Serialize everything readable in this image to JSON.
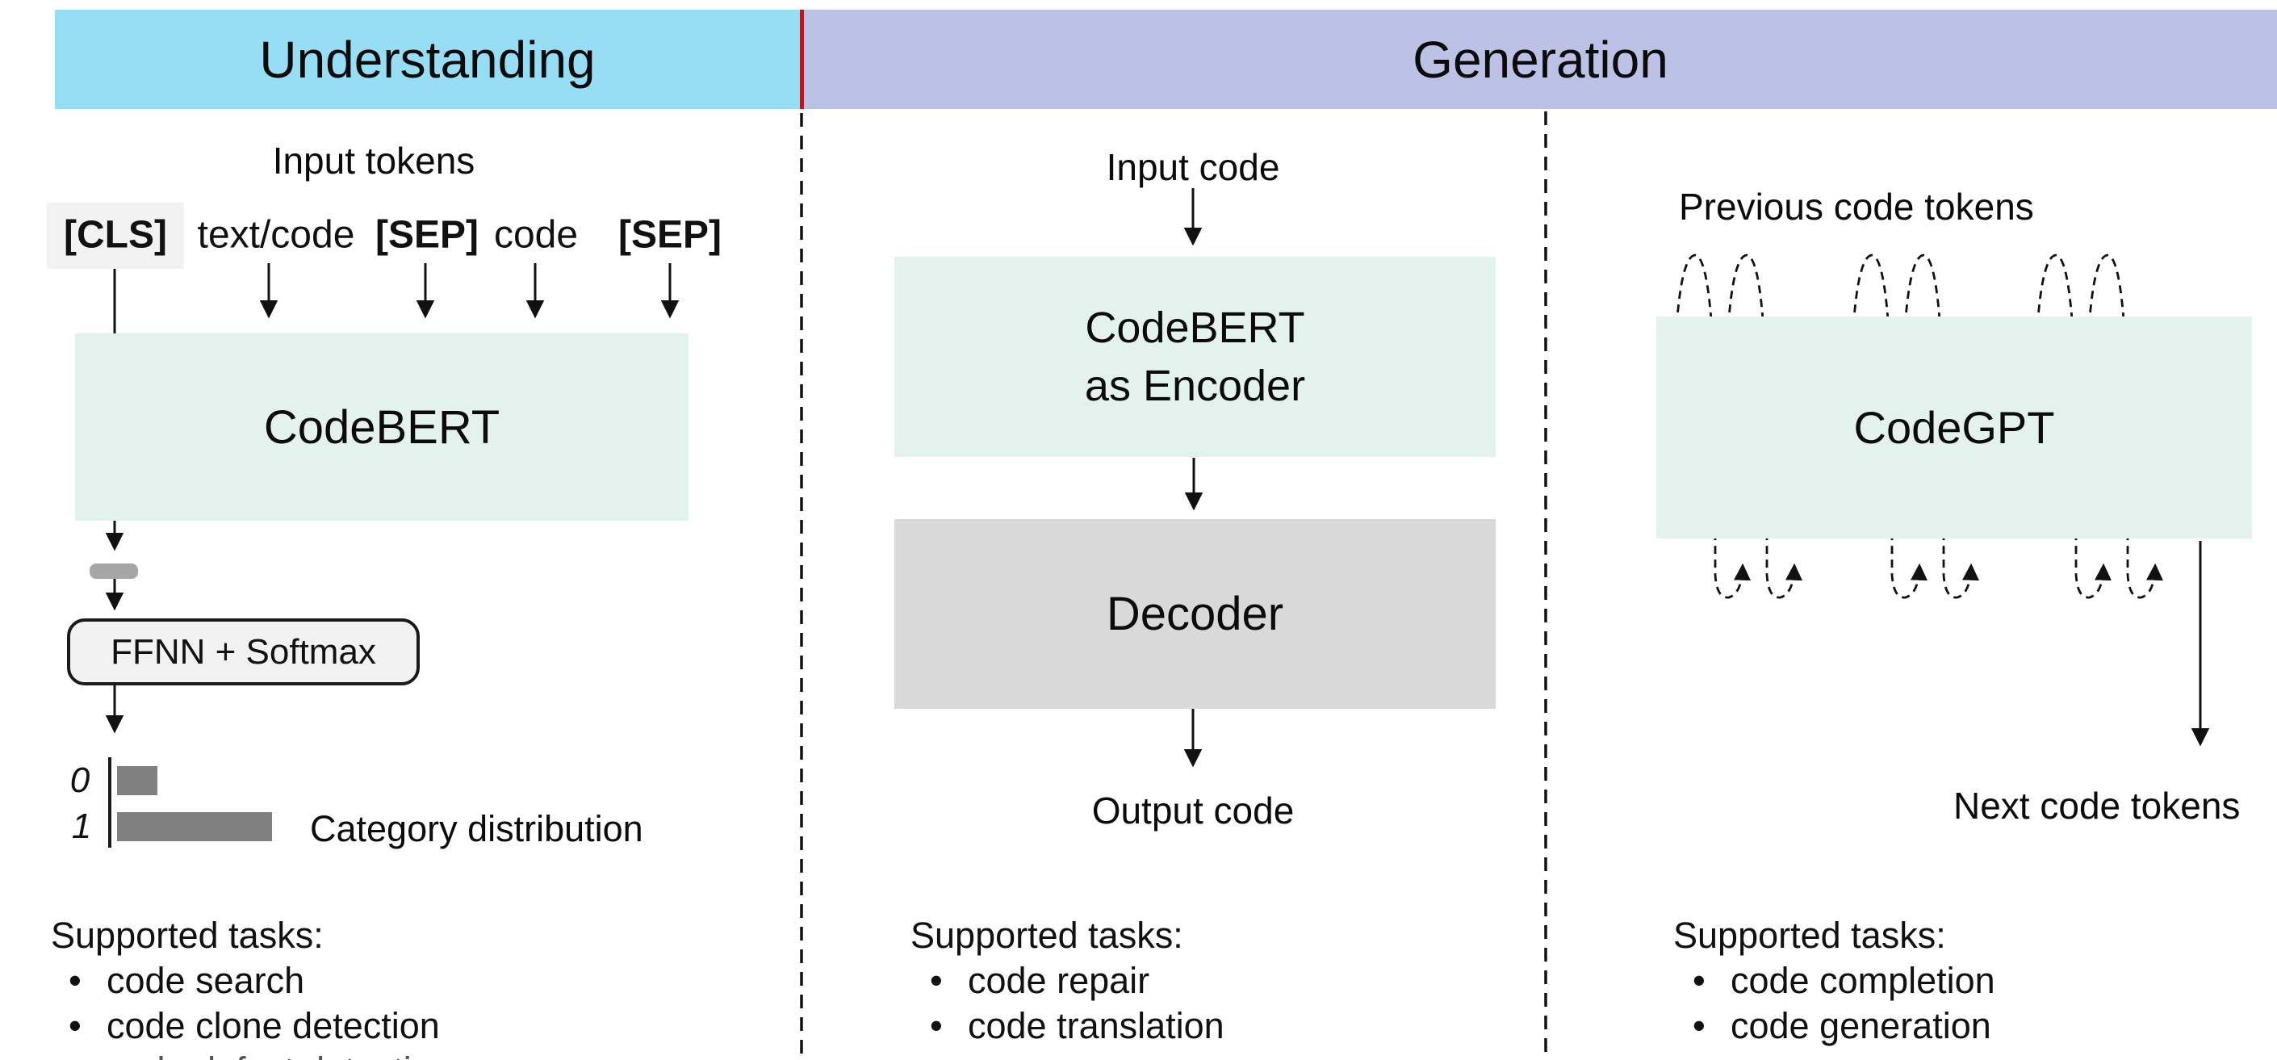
{
  "header": {
    "understanding_label": "Understanding",
    "generation_label": "Generation"
  },
  "left_panel": {
    "title": "Input tokens",
    "tokens": [
      "[CLS]",
      "text/code",
      "[SEP]",
      "code",
      "[SEP]"
    ],
    "model_box_label": "CodeBERT",
    "classifier_box_label": "FFNN + Softmax",
    "mini_chart": {
      "row_labels": [
        "0",
        "1"
      ],
      "caption": "Category distribution",
      "relative_values": [
        0.26,
        1.0
      ]
    },
    "tasks_title": "Supported tasks:",
    "tasks": [
      "code search",
      "code clone detection"
    ],
    "clipped_task": "code defect detection"
  },
  "middle_panel": {
    "input_label": "Input code",
    "encoder_box_label_line1": "CodeBERT",
    "encoder_box_label_line2": "as Encoder",
    "decoder_box_label": "Decoder",
    "output_label": "Output code",
    "tasks_title": "Supported tasks:",
    "tasks": [
      "code repair",
      "code translation"
    ]
  },
  "right_panel": {
    "input_label": "Previous code tokens",
    "model_box_label": "CodeGPT",
    "output_label": "Next code tokens",
    "tasks_title": "Supported tasks:",
    "tasks": [
      "code completion",
      "code generation"
    ]
  },
  "bullet_char": "•",
  "colors": {
    "understanding_header": "#97ddf3",
    "generation_header": "#bcc1e6",
    "header_divider_red": "#f40000",
    "model_box_mint": "#e3f2ec",
    "decoder_box_gray": "#d9d9d9",
    "light_gray_fill": "#f2f2f2",
    "connector_gray": "#a6a6a6",
    "bar_gray": "#808080"
  }
}
